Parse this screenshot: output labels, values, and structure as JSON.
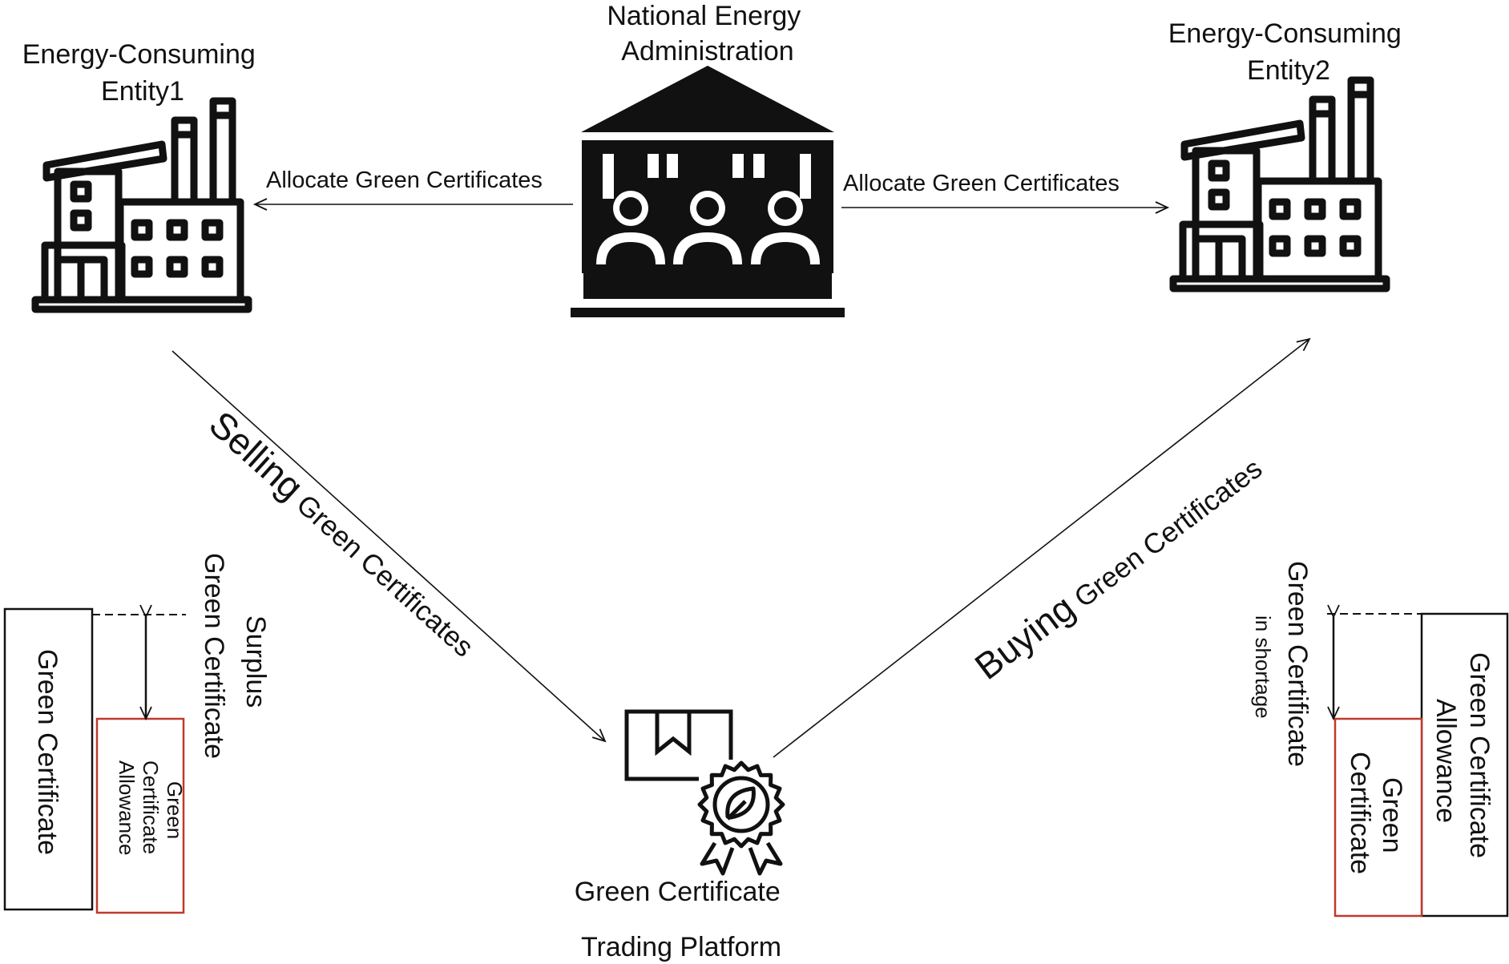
{
  "entities": {
    "entity1_line1": "Energy-Consuming",
    "entity1_line2": "Entity1",
    "entity2_line1": "Energy-Consuming",
    "entity2_line2": "Entity2",
    "admin_line1": "National Energy",
    "admin_line2": "Administration",
    "platform_line1": "Green Certificate",
    "platform_line2": "Trading Platform"
  },
  "arrows": {
    "allocate_left": "Allocate Green Certificates",
    "allocate_right": "Allocate Green Certificates",
    "selling_word": "Selling",
    "selling_rest": " Green Certificates",
    "buying_word": "Buying",
    "buying_rest": " Green Certificates"
  },
  "left_chart": {
    "bar_label": "Green Certificate",
    "allowance_line1": "Green",
    "allowance_line2": "Certificate",
    "allowance_line3": "Allowance",
    "surplus_line1": "Surplus",
    "surplus_line2": "Green Certificate"
  },
  "right_chart": {
    "allowance_line1": "Green Certificate",
    "allowance_line2": "Allowance",
    "cert_line1": "Green",
    "cert_line2": "Certificate",
    "shortage_line1": "Green Certificate",
    "shortage_line2": "in shortage"
  },
  "colors": {
    "allowance_box_left": "#c0392b",
    "certificate_box_right": "#c0392b",
    "ink": "#111111"
  }
}
